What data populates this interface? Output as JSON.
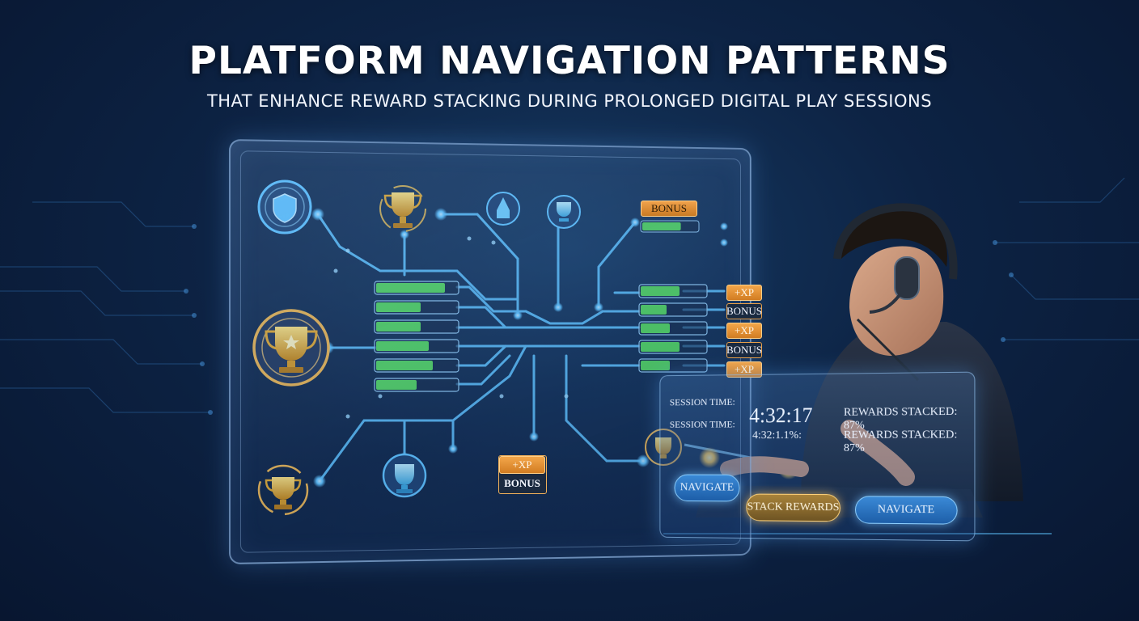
{
  "header": {
    "title": "PLATFORM NAVIGATION PATTERNS",
    "subtitle": "THAT ENHANCE REWARD STACKING DURING PROLONGED DIGITAL PLAY SESSIONS"
  },
  "panel": {
    "left_bar_fills": [
      0.85,
      0.55,
      0.55,
      0.65,
      0.7,
      0.5
    ],
    "right_bar_fills": [
      0.6,
      0.4,
      0.45,
      0.6,
      0.45
    ],
    "tags": [
      "+XP",
      "BONUS",
      "+XP",
      "BONUS",
      "+XP"
    ],
    "top_bonus_label": "BONUS",
    "top_bonus_fill": 0.7,
    "stack_badge": {
      "xp": "+XP",
      "bonus": "BONUS"
    }
  },
  "session": {
    "label_1": "SESSION TIME:",
    "label_2": "SESSION TIME:",
    "time": "4:32:17",
    "time_small": "4:32:1.1%:",
    "rewards_1": "REWARDS STACKED: 87%",
    "rewards_2": "REWARDS STACKED: 87%",
    "buttons": {
      "navigate_left": "NAVIGATE",
      "stack": "STACK REWARDS",
      "navigate_right": "NAVIGATE"
    }
  },
  "colors": {
    "accent_blue": "#5fc4ff",
    "accent_gold": "#f0b54a",
    "bar_green": "#52d45c",
    "bg_dark": "#0b1c3a"
  },
  "icons": [
    "shield-icon",
    "trophy-icon",
    "rocket-icon",
    "headset-person-image"
  ]
}
